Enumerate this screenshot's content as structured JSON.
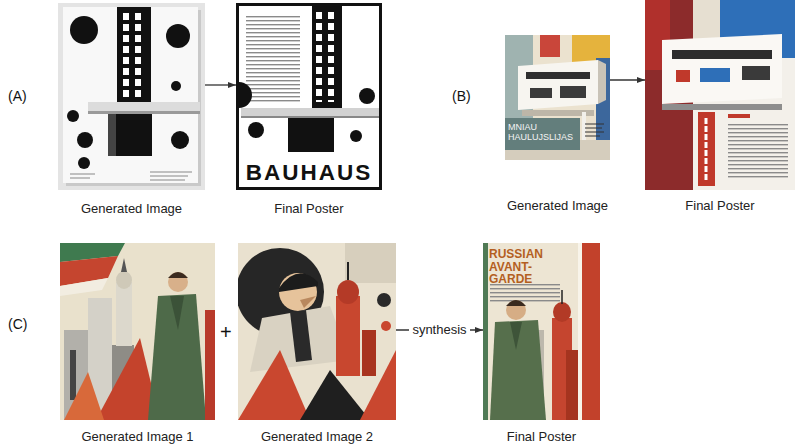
{
  "diagram": {
    "nodes": [
      {
        "text": [
          "Generated Image"
        ]
      },
      {
        "text": [
          "BAUHAUS",
          "Final Poster"
        ]
      },
      {
        "text": [
          "MNIAU HAULUJSLIJAS",
          "Generated Image"
        ]
      },
      {
        "text": [
          "Final Poster"
        ]
      },
      {
        "text": [
          "Generated Image 1"
        ]
      },
      {
        "text": [
          "Generated Image 2"
        ]
      },
      {
        "text": [
          "RUSSIAN AVANT-GARDE",
          "Final Poster"
        ]
      }
    ],
    "edges": [
      {
        "from": 0,
        "to": 1,
        "arrow": "to"
      },
      {
        "from": 2,
        "to": 3,
        "arrow": "to"
      },
      {
        "from": 5,
        "to": 6,
        "label": "synthesis",
        "arrow": "to"
      }
    ],
    "labels": [
      "(A)",
      "(B)",
      "(C)",
      "+"
    ]
  }
}
